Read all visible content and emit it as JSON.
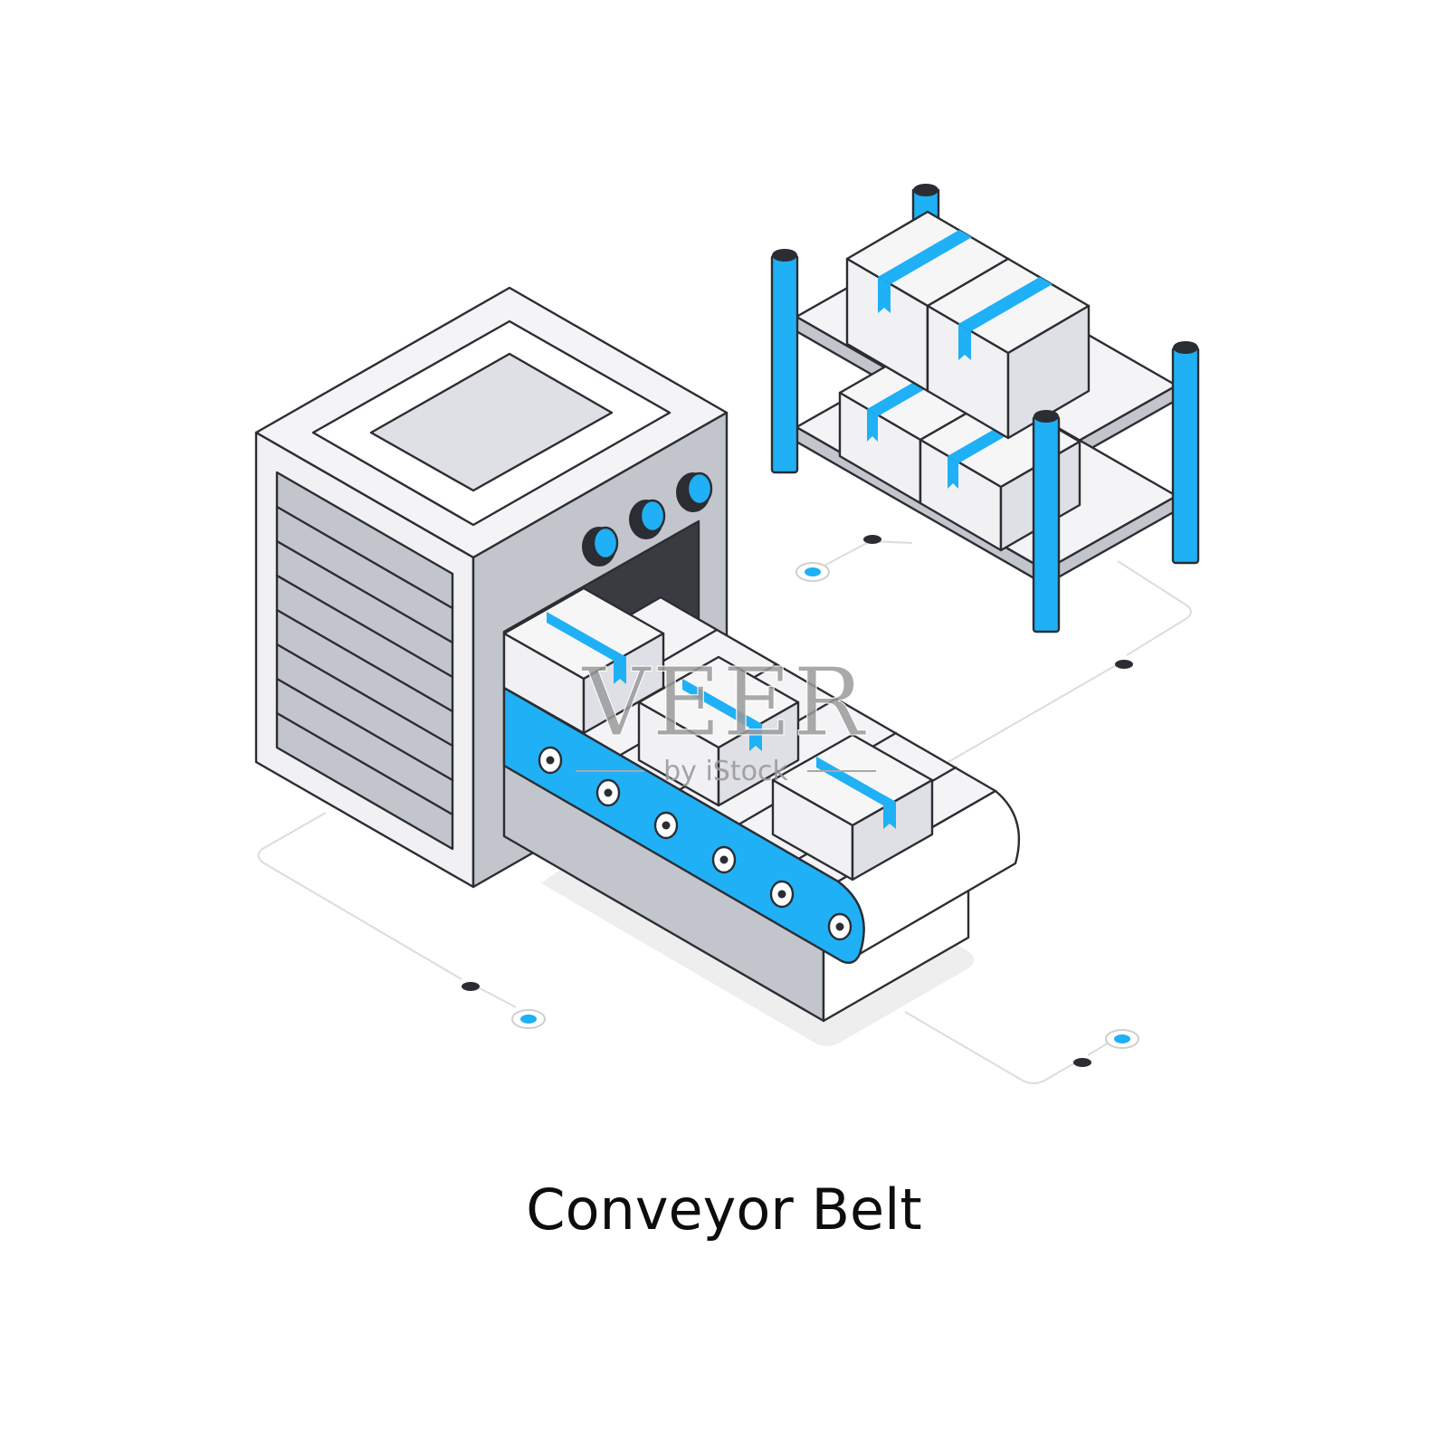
{
  "illustration": {
    "caption": "Conveyor Belt",
    "watermark_brand": "VEER",
    "watermark_sub": "by iStock"
  },
  "colors": {
    "accent_blue": "#1fb0f5",
    "outline": "#2b2d33",
    "face_light": "#f1f1f3",
    "face_mid": "#dfe0e6",
    "face_dark": "#c3c5cc",
    "slot_dark": "#393b41",
    "shadow": "#eeeeef",
    "connector_line": "#dcdcdc"
  },
  "icons": [
    "machine-icon",
    "conveyor-belt-icon",
    "shelf-rack-icon",
    "box-icon",
    "knob-icon",
    "connector-dot-icon"
  ]
}
